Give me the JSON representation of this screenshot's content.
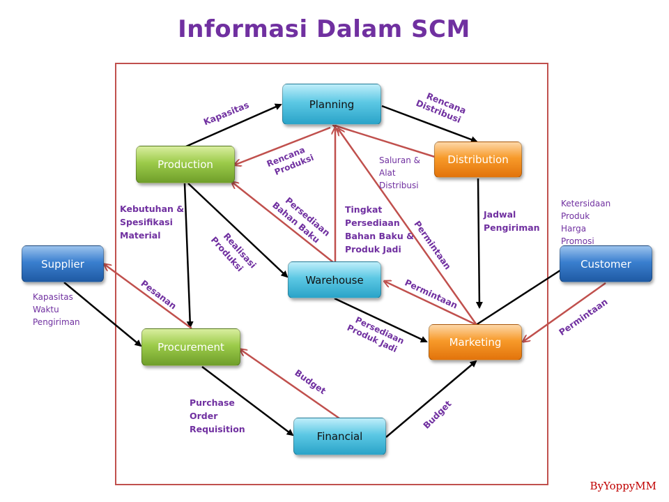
{
  "title": "Informasi Dalam SCM",
  "author": "ByYoppyMM",
  "nodes": {
    "planning": "Planning",
    "production": "Production",
    "distribution": "Distribution",
    "supplier": "Supplier",
    "warehouse": "Warehouse",
    "customer": "Customer",
    "procurement": "Procurement",
    "marketing": "Marketing",
    "financial": "Financial"
  },
  "labels": {
    "kapasitas": "Kapasitas",
    "rencana_distribusi": [
      "Rencana",
      "Distribusi"
    ],
    "rencana_produksi": [
      "Rencana",
      "Produksi"
    ],
    "saluran_alat": [
      "Saluran  &",
      "Alat",
      "Distribusi"
    ],
    "kebutuhan": [
      "Kebutuhan &",
      "Spesifikasi",
      "Material"
    ],
    "persediaan_bahan": [
      "Persediaan",
      "Bahan Baku"
    ],
    "tingkat": [
      "Tingkat",
      "Persediaan",
      "Bahan Baku &",
      "Produk Jadi"
    ],
    "permintaan_planning": "Permintaan",
    "jadwal": [
      "Jadwal",
      "Pengiriman"
    ],
    "ketersidaan": [
      "Ketersidaan",
      "Produk",
      "Harga",
      "Promosi"
    ],
    "realisasi": [
      "Realisasi",
      "Produksi"
    ],
    "pesanan": "Pesanan",
    "supplier_info": [
      "Kapasitas",
      "Waktu",
      "Pengiriman"
    ],
    "permintaan_warehouse": "Permintaan",
    "permintaan_customer": "Permintaan",
    "persediaan_produk": [
      "Persediaan",
      "Produk Jadi"
    ],
    "budget_procurement": "Budget",
    "purchase": [
      "Purchase",
      "Order",
      "Requisition"
    ],
    "budget_marketing": "Budget"
  },
  "colors": {
    "title": "#7030a0",
    "label": "#7030a0",
    "frame": "#c0504d",
    "black_arrow": "#000000",
    "red_arrow": "#c0504d",
    "author": "#c00000"
  }
}
